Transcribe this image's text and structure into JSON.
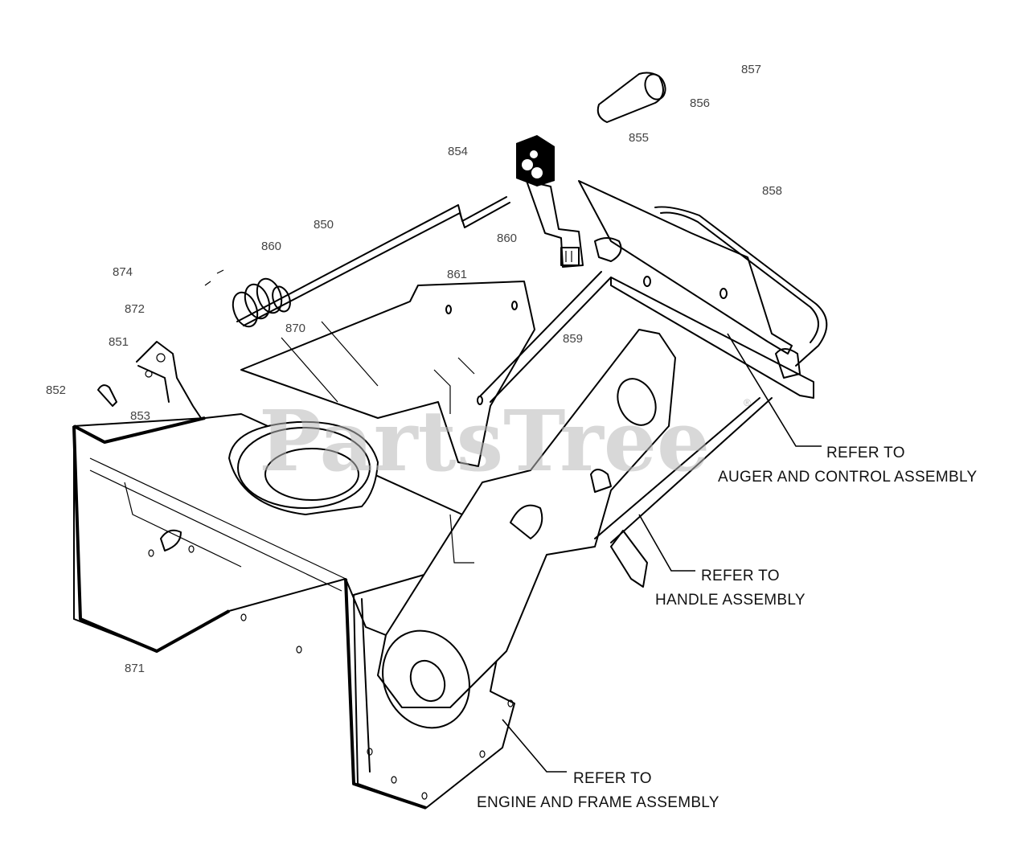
{
  "diagram": {
    "watermark": "PartsTree",
    "watermark_mark": "®",
    "part_numbers": {
      "p857": "857",
      "p856": "856",
      "p855": "855",
      "p854": "854",
      "p858": "858",
      "p850": "850",
      "p860a": "860",
      "p860b": "860",
      "p874": "874",
      "p861": "861",
      "p872": "872",
      "p870": "870",
      "p851": "851",
      "p859": "859",
      "p852": "852",
      "p853": "853",
      "p871": "871"
    },
    "references": {
      "auger": {
        "line1": "REFER TO",
        "line2": "AUGER AND CONTROL ASSEMBLY"
      },
      "handle": {
        "line1": "REFER TO",
        "line2": "HANDLE ASSEMBLY"
      },
      "engine": {
        "line1": "REFER TO",
        "line2": "ENGINE AND FRAME ASSEMBLY"
      }
    }
  }
}
